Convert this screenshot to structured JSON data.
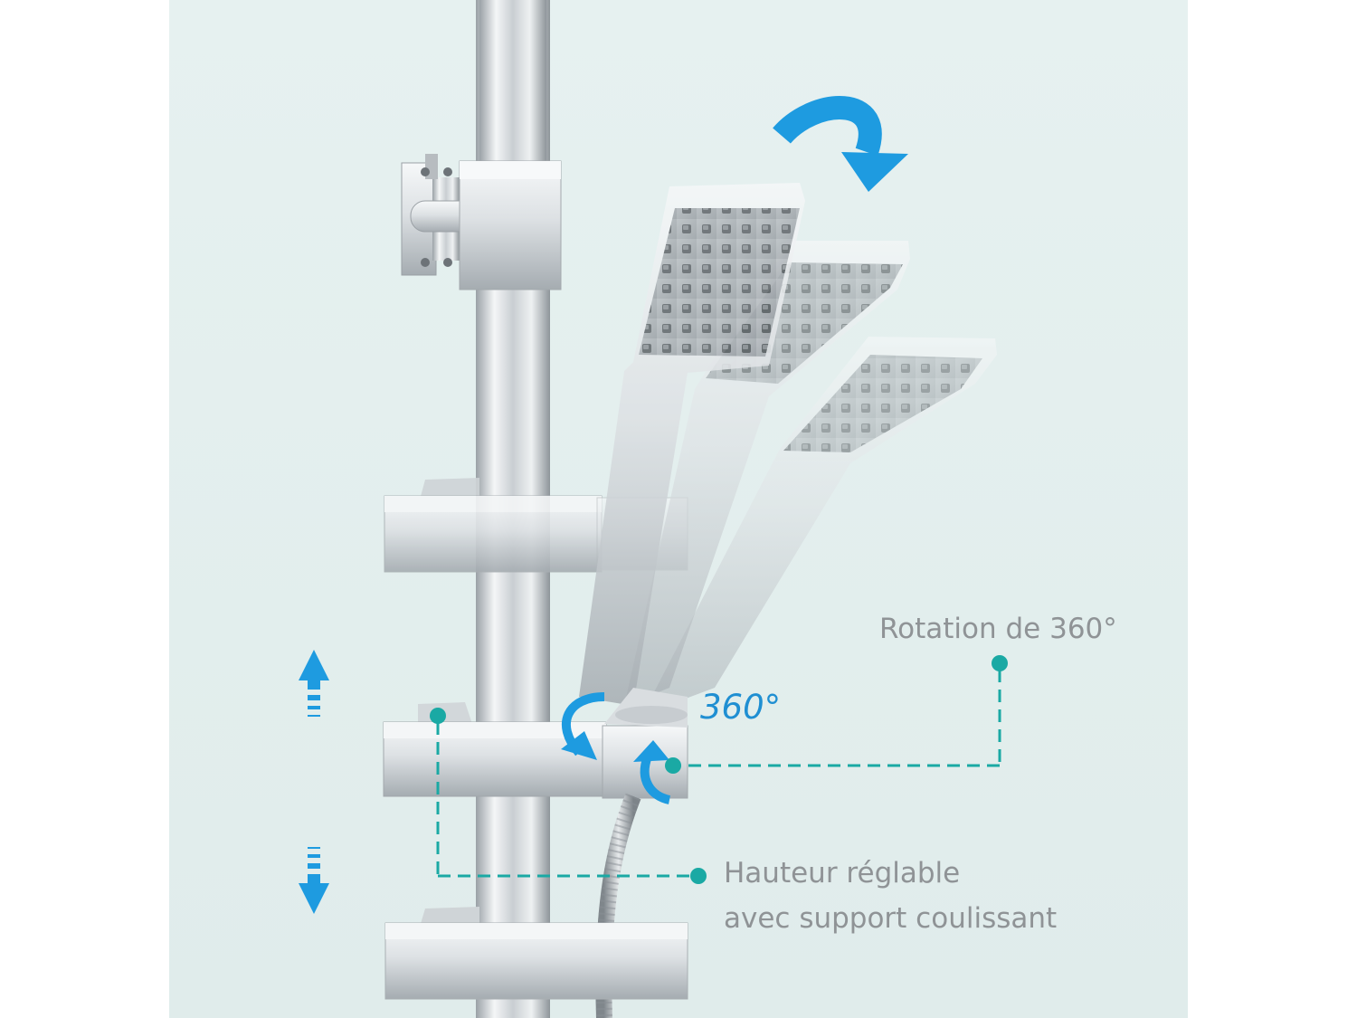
{
  "labels": {
    "rotation": "Rotation de 360°",
    "degrees": "360°",
    "height_line1": "Hauteur réglable",
    "height_line2": "avec support coulissant"
  },
  "colors": {
    "background": "#e3eeed",
    "accent_blue": "#1e9be0",
    "leader_teal": "#1aa9a4",
    "label_gray": "#8f9396"
  },
  "icons": {
    "rotate_top": "curved-arrow-icon",
    "up": "arrow-up-icon",
    "down": "arrow-down-icon",
    "rotate_mount": "rotate-arrows-icon"
  }
}
